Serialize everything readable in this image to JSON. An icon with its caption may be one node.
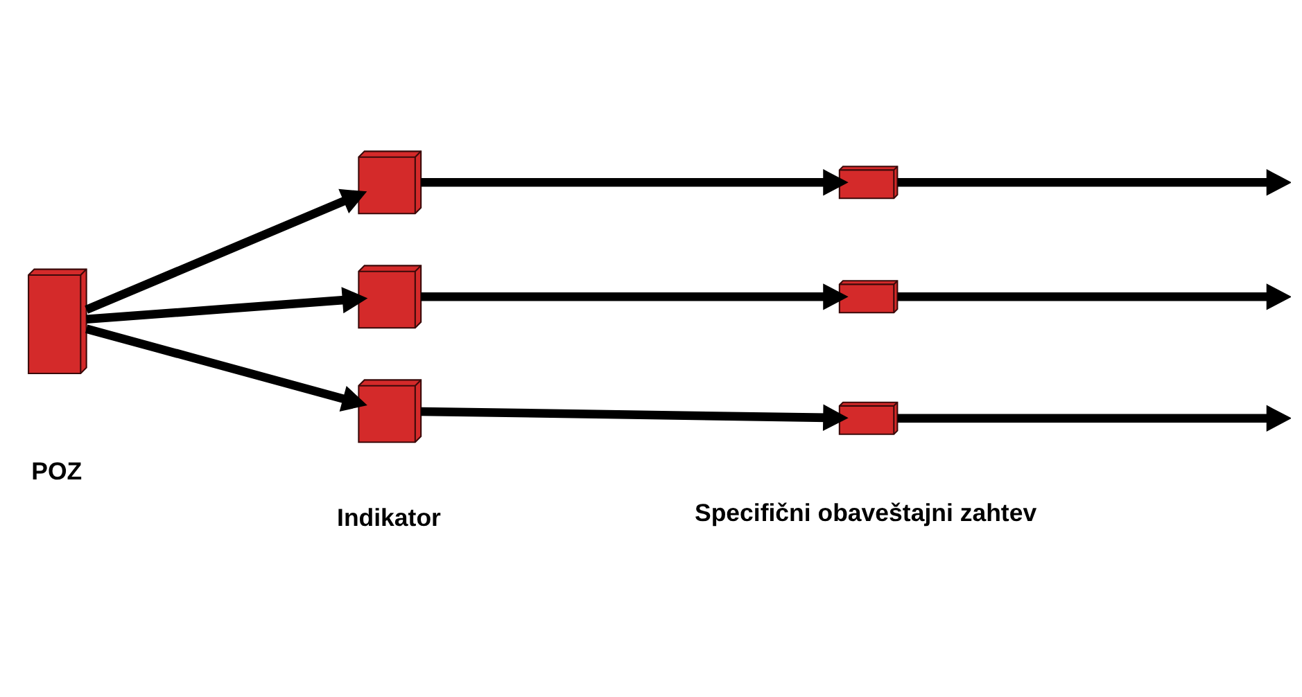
{
  "diagram": {
    "nodes": [
      {
        "text": [],
        "shape": "box"
      },
      {
        "text": [],
        "shape": "box"
      },
      {
        "text": [],
        "shape": "box"
      },
      {
        "text": [],
        "shape": "box"
      },
      {
        "text": [],
        "shape": "box"
      },
      {
        "text": [],
        "shape": "box"
      },
      {
        "text": [],
        "shape": "box"
      }
    ],
    "edges": [
      {
        "from": 0,
        "to": 1,
        "arrow": "to"
      },
      {
        "from": 0,
        "to": 2,
        "arrow": "to"
      },
      {
        "from": 0,
        "to": 3,
        "arrow": "to"
      },
      {
        "from": 1,
        "to": 4,
        "arrow": "to"
      },
      {
        "from": 2,
        "to": 5,
        "arrow": "to"
      },
      {
        "from": 3,
        "to": 6,
        "arrow": "to"
      },
      {
        "from": 4,
        "to": null,
        "arrow": "to"
      },
      {
        "from": 5,
        "to": null,
        "arrow": "to"
      },
      {
        "from": 6,
        "to": null,
        "arrow": "to"
      }
    ],
    "labels": [
      "POZ",
      "Indikator",
      "Specifični obaveštajni zahtev"
    ]
  }
}
